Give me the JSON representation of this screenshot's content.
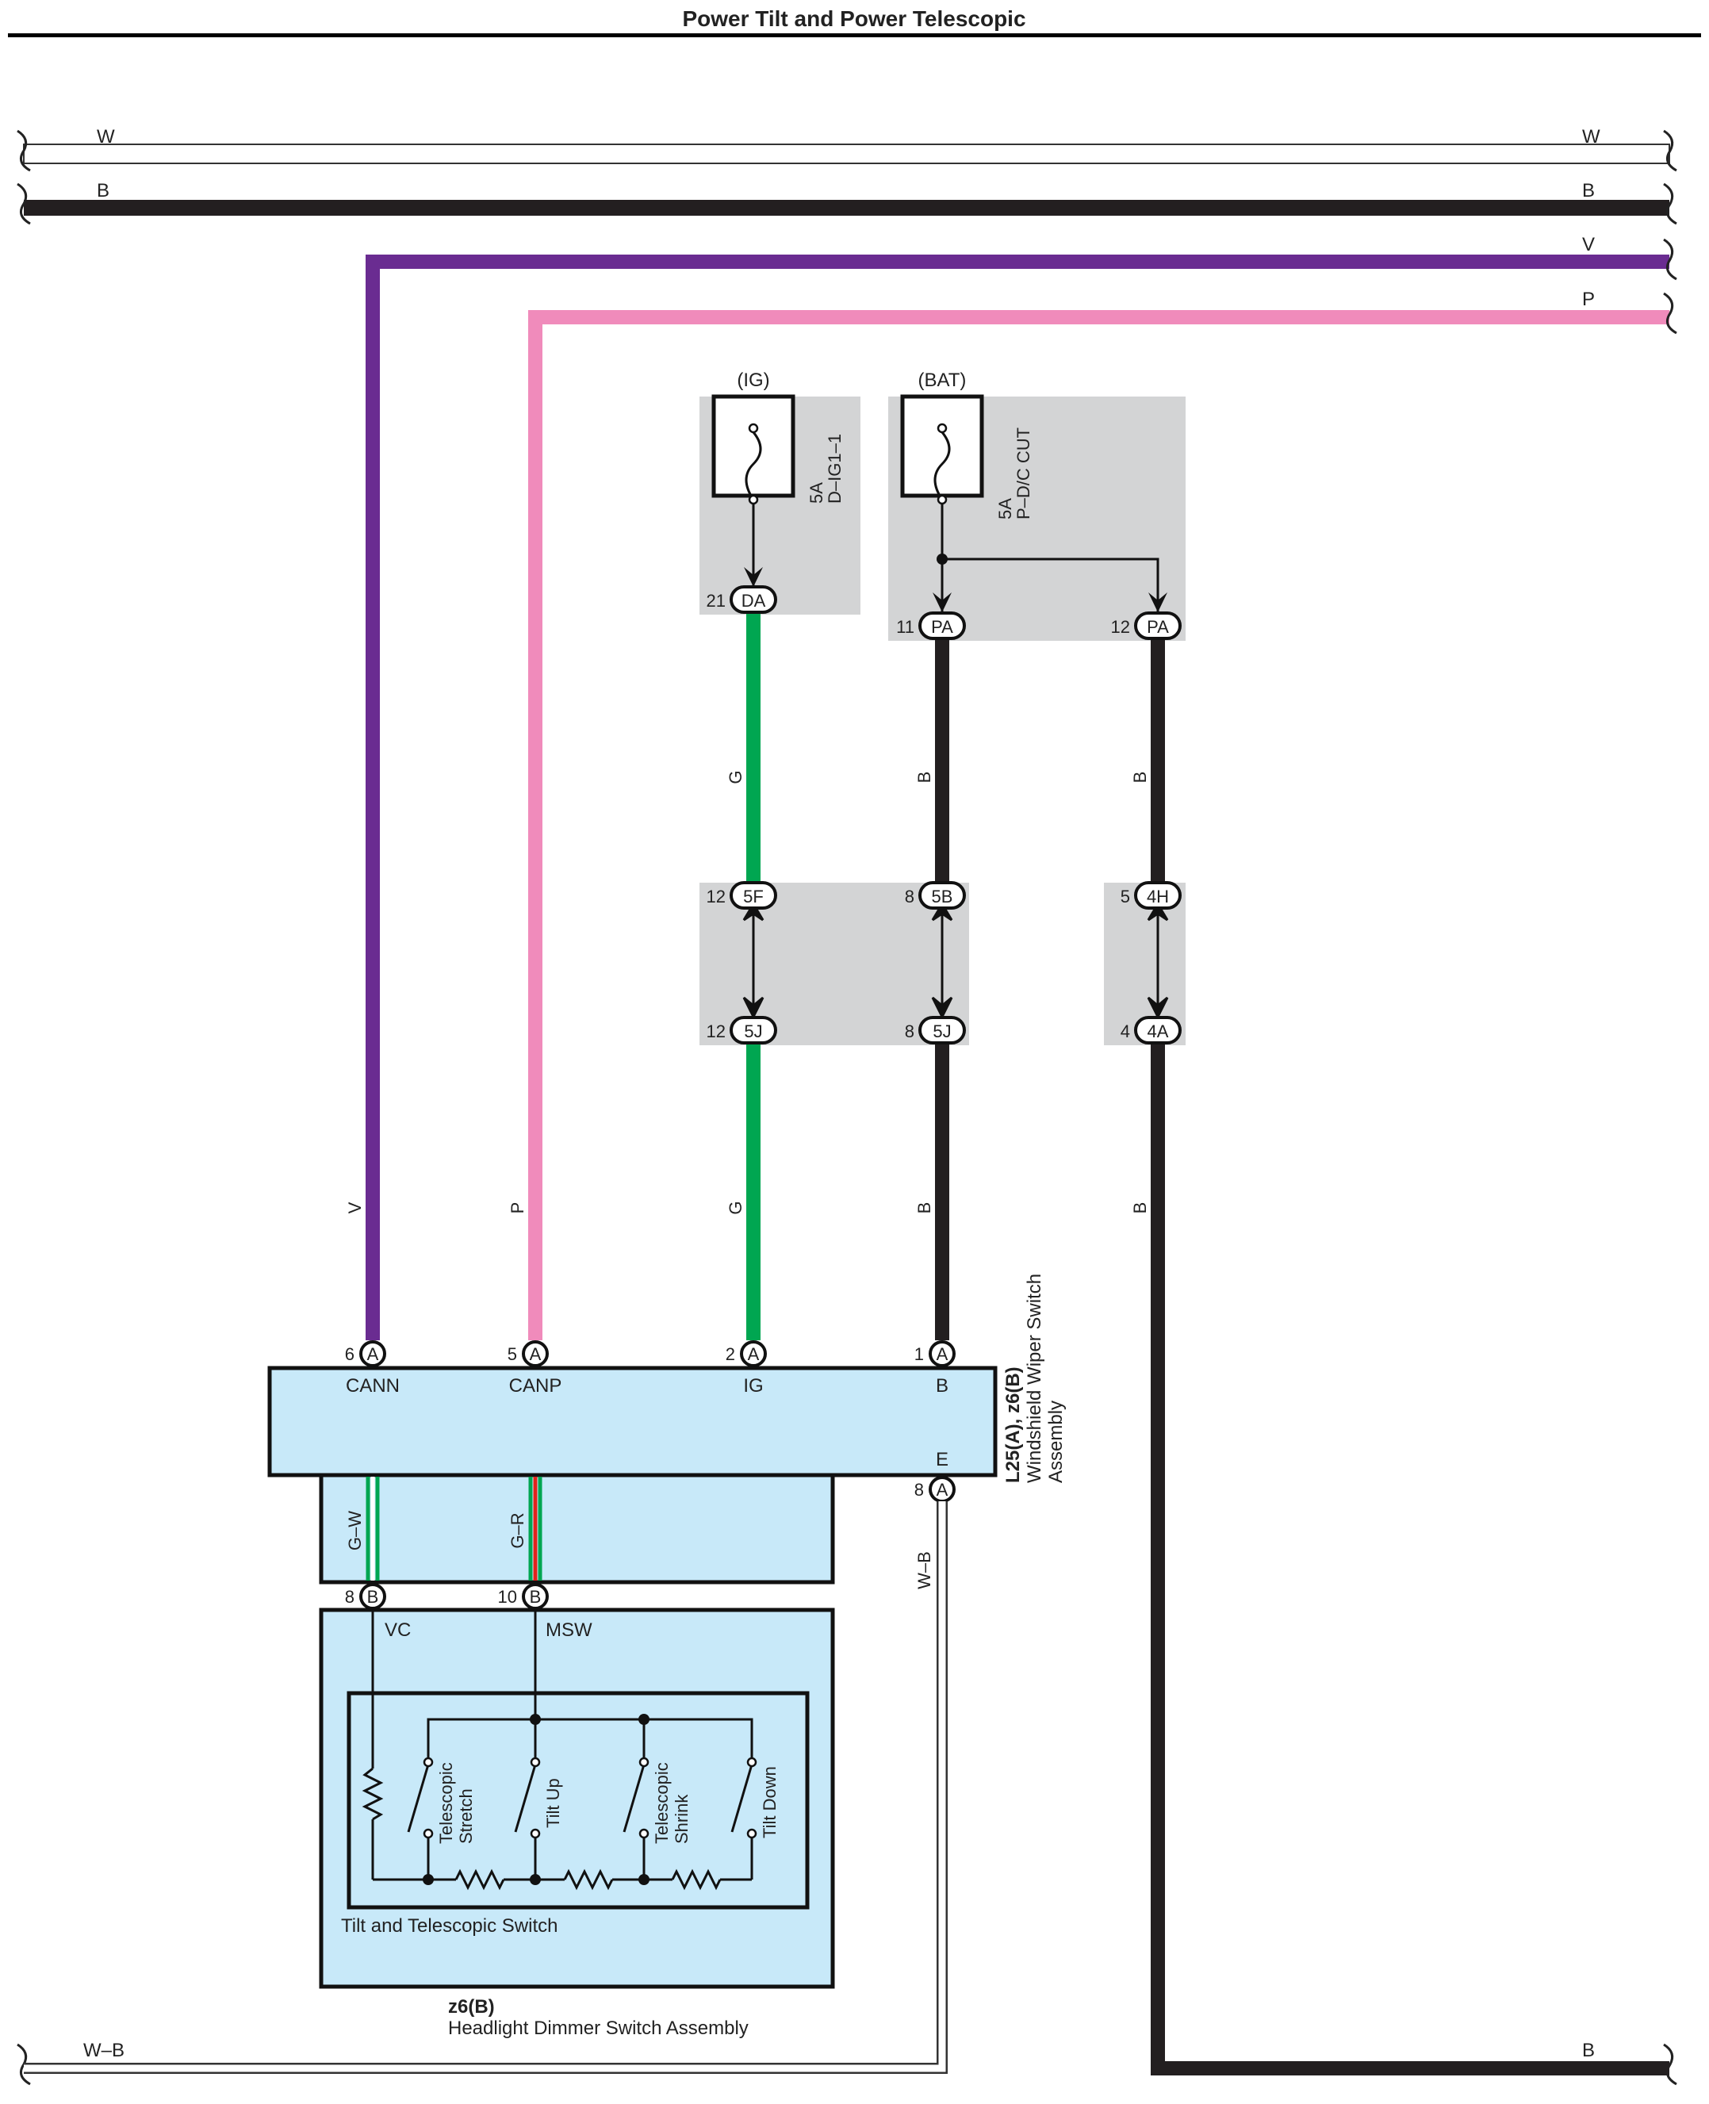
{
  "title": "Power Tilt and Power Telescopic",
  "colors": {
    "V": "#6a2c91",
    "P": "#f08bbb",
    "G": "#00a651",
    "B": "#231f20",
    "W": "#ffffff",
    "R": "#e2231a",
    "component_fill": "#c8e9f9",
    "fuse_box_fill": "#d3d4d5"
  },
  "bus_wires": {
    "w_left": "W",
    "w_right": "W",
    "b_left": "B",
    "b_right": "B",
    "v_right": "V",
    "p_right": "P",
    "wb_bottom_left": "W–B",
    "b_bottom_right": "B"
  },
  "fuses": {
    "ig": {
      "supply": "(IG)",
      "rating": "5A",
      "name": "D–IG1–1",
      "connector_pin": "21",
      "connector": "DA"
    },
    "bat": {
      "supply": "(BAT)",
      "rating": "5A",
      "name": "P–D/C CUT",
      "pin_left": "11",
      "connector_left": "PA",
      "pin_right": "12",
      "connector_right": "PA"
    }
  },
  "junctions": {
    "g_top": {
      "pin": "12",
      "connector": "5F"
    },
    "g_bottom": {
      "pin": "12",
      "connector": "5J"
    },
    "b_top": {
      "pin": "8",
      "connector": "5B"
    },
    "b_bottom": {
      "pin": "8",
      "connector": "5J"
    },
    "b2_top": {
      "pin": "5",
      "connector": "4H"
    },
    "b2_bottom": {
      "pin": "4",
      "connector": "4A"
    }
  },
  "wire_labels": {
    "g_upper": "G",
    "b_upper": "B",
    "b2_upper": "B",
    "v_lower": "V",
    "p_lower": "P",
    "g_lower": "G",
    "b_lower": "B",
    "b2_lower": "B",
    "gw": "G–W",
    "gr": "G–R",
    "wb": "W–B"
  },
  "wiper_switch": {
    "code": "L25(A), z6(B)",
    "name_line1": "Windshield Wiper Switch",
    "name_line2": "Assembly",
    "pins": [
      {
        "num": "6",
        "conn": "A",
        "label": "CANN"
      },
      {
        "num": "5",
        "conn": "A",
        "label": "CANP"
      },
      {
        "num": "2",
        "conn": "A",
        "label": "IG"
      },
      {
        "num": "1",
        "conn": "A",
        "label": "B"
      }
    ],
    "ground_pin": {
      "num": "8",
      "conn": "A",
      "label": "E"
    }
  },
  "dimmer_switch": {
    "code": "z6(B)",
    "name": "Headlight Dimmer Switch Assembly",
    "pins": [
      {
        "num": "8",
        "conn": "B",
        "label": "VC"
      },
      {
        "num": "10",
        "conn": "B",
        "label": "MSW"
      }
    ],
    "inner_name": "Tilt and Telescopic Switch",
    "switches": [
      {
        "line1": "Telescopic",
        "line2": "Stretch"
      },
      {
        "line1": "Tilt Up",
        "line2": ""
      },
      {
        "line1": "Telescopic",
        "line2": "Shrink"
      },
      {
        "line1": "Tilt Down",
        "line2": ""
      }
    ]
  }
}
